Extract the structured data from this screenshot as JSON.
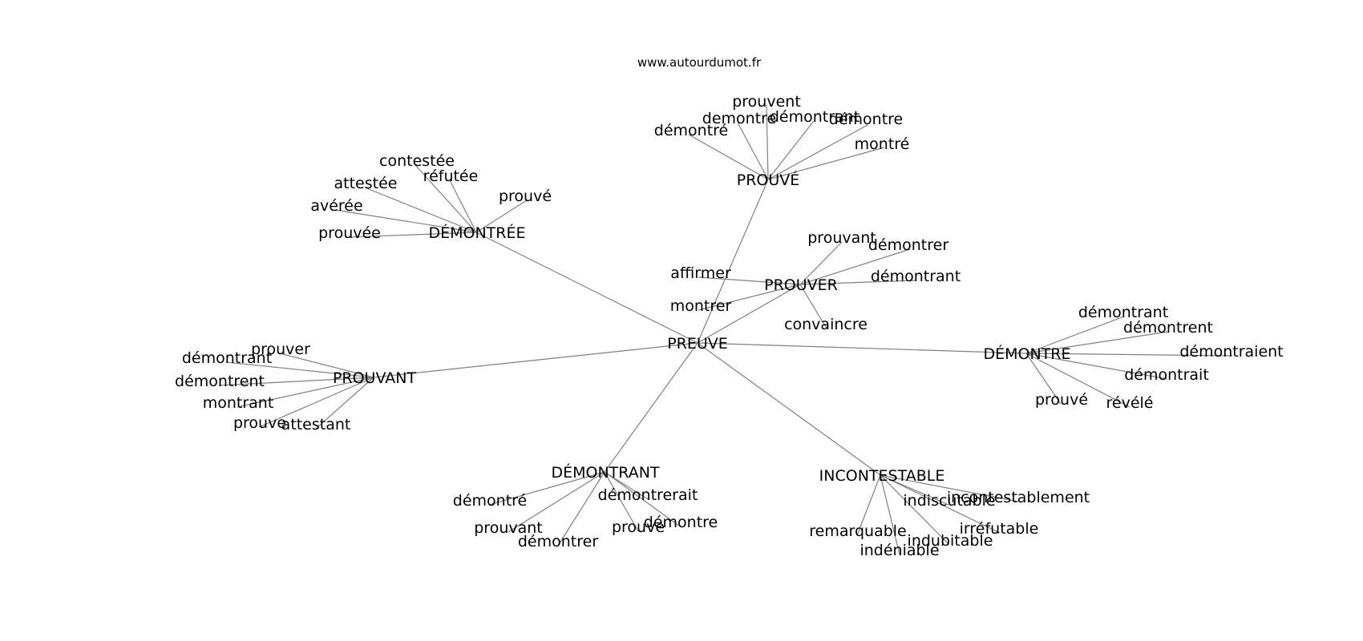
{
  "source": "www.autourdumot.fr",
  "root": "PREUVE",
  "clusters": [
    {
      "hub": "PROUVÉ",
      "words": [
        "prouvent",
        "demontre",
        "démontrant",
        "démontré",
        "démontre",
        "montré"
      ]
    },
    {
      "hub": "DÉMONTRÉE",
      "words": [
        "contestée",
        "réfutée",
        "attestée",
        "prouvé",
        "avérée",
        "prouvée"
      ]
    },
    {
      "hub": "PROUVER",
      "words": [
        "prouvant",
        "démontrer",
        "affirmer",
        "démontrant",
        "montrer",
        "convaincre"
      ]
    },
    {
      "hub": "DÉMONTRE",
      "words": [
        "démontrant",
        "démontrent",
        "démontraient",
        "démontrait",
        "prouvé",
        "révélé"
      ]
    },
    {
      "hub": "PROUVANT",
      "words": [
        "prouver",
        "démontrant",
        "démontrent",
        "montrant",
        "prouve",
        "attestant"
      ]
    },
    {
      "hub": "DÉMONTRANT",
      "words": [
        "démontrerait",
        "démontré",
        "démontre",
        "prouvant",
        "prouve",
        "démontrer"
      ]
    },
    {
      "hub": "INCONTESTABLE",
      "words": [
        "incontestablement",
        "indiscutable",
        "irréfutable",
        "remarquable",
        "indubitable",
        "indéniable"
      ]
    }
  ]
}
